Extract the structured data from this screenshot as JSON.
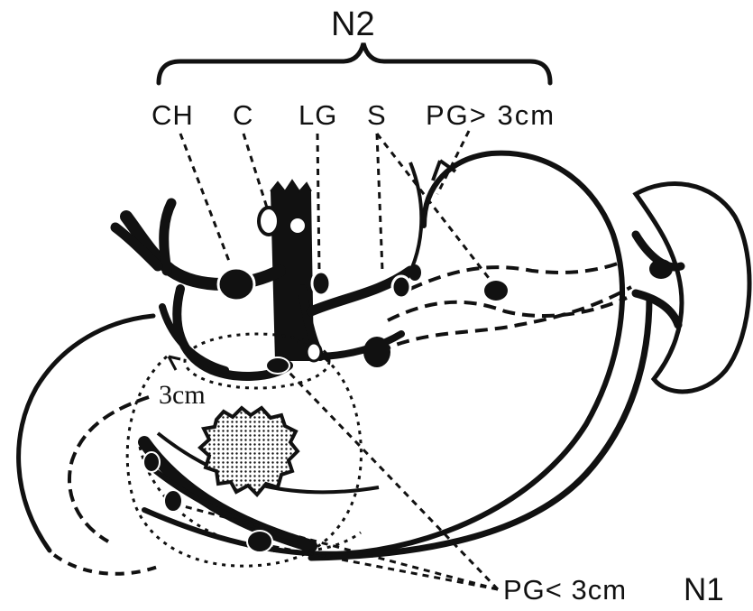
{
  "title": "N2",
  "station_labels": {
    "ch": "CH",
    "c": "C",
    "lg": "LG",
    "s": "S",
    "pg_far": "PG> 3cm"
  },
  "radius_label": "3cm",
  "perigastric_label": "PG< 3cm",
  "group_label": "N1",
  "colors": {
    "ink": "#111111",
    "paper": "#ffffff"
  }
}
